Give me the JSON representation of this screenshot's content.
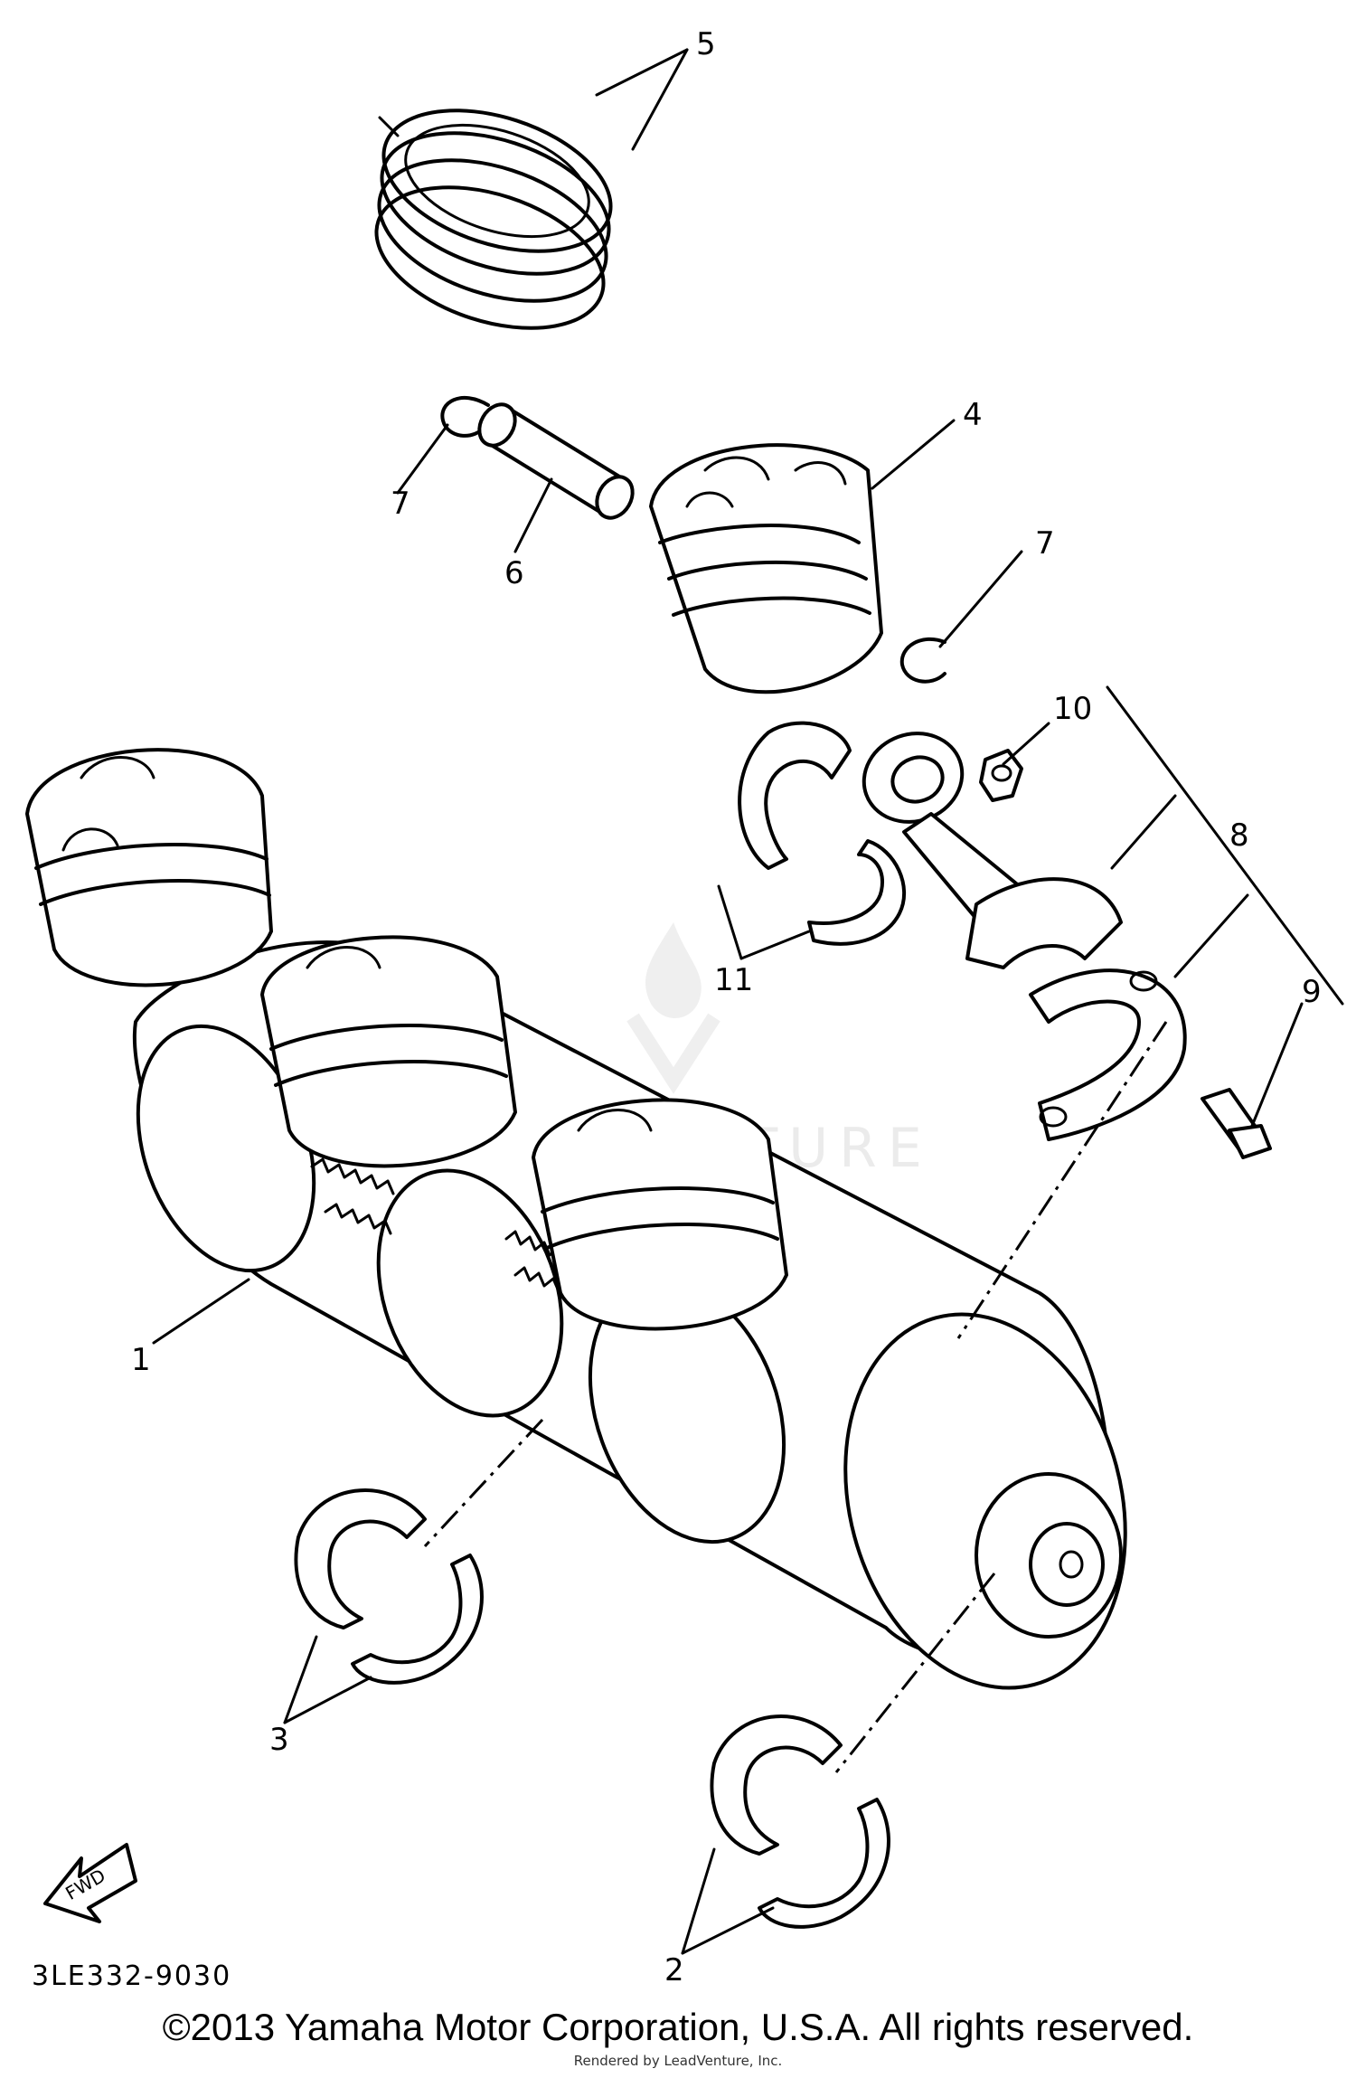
{
  "callouts": {
    "c1": "1",
    "c2": "2",
    "c3": "3",
    "c4": "4",
    "c5": "5",
    "c6": "6",
    "c7a": "7",
    "c7b": "7",
    "c8": "8",
    "c9": "9",
    "c10": "10",
    "c11": "11"
  },
  "fwd_label": "FWD",
  "diagram_code": "3LE332-9030",
  "copyright": "©2013 Yamaha Motor Corporation, U.S.A. All rights reserved.",
  "rendered_by": "Rendered by LeadVenture, Inc.",
  "watermark": "LEADVENTURE"
}
